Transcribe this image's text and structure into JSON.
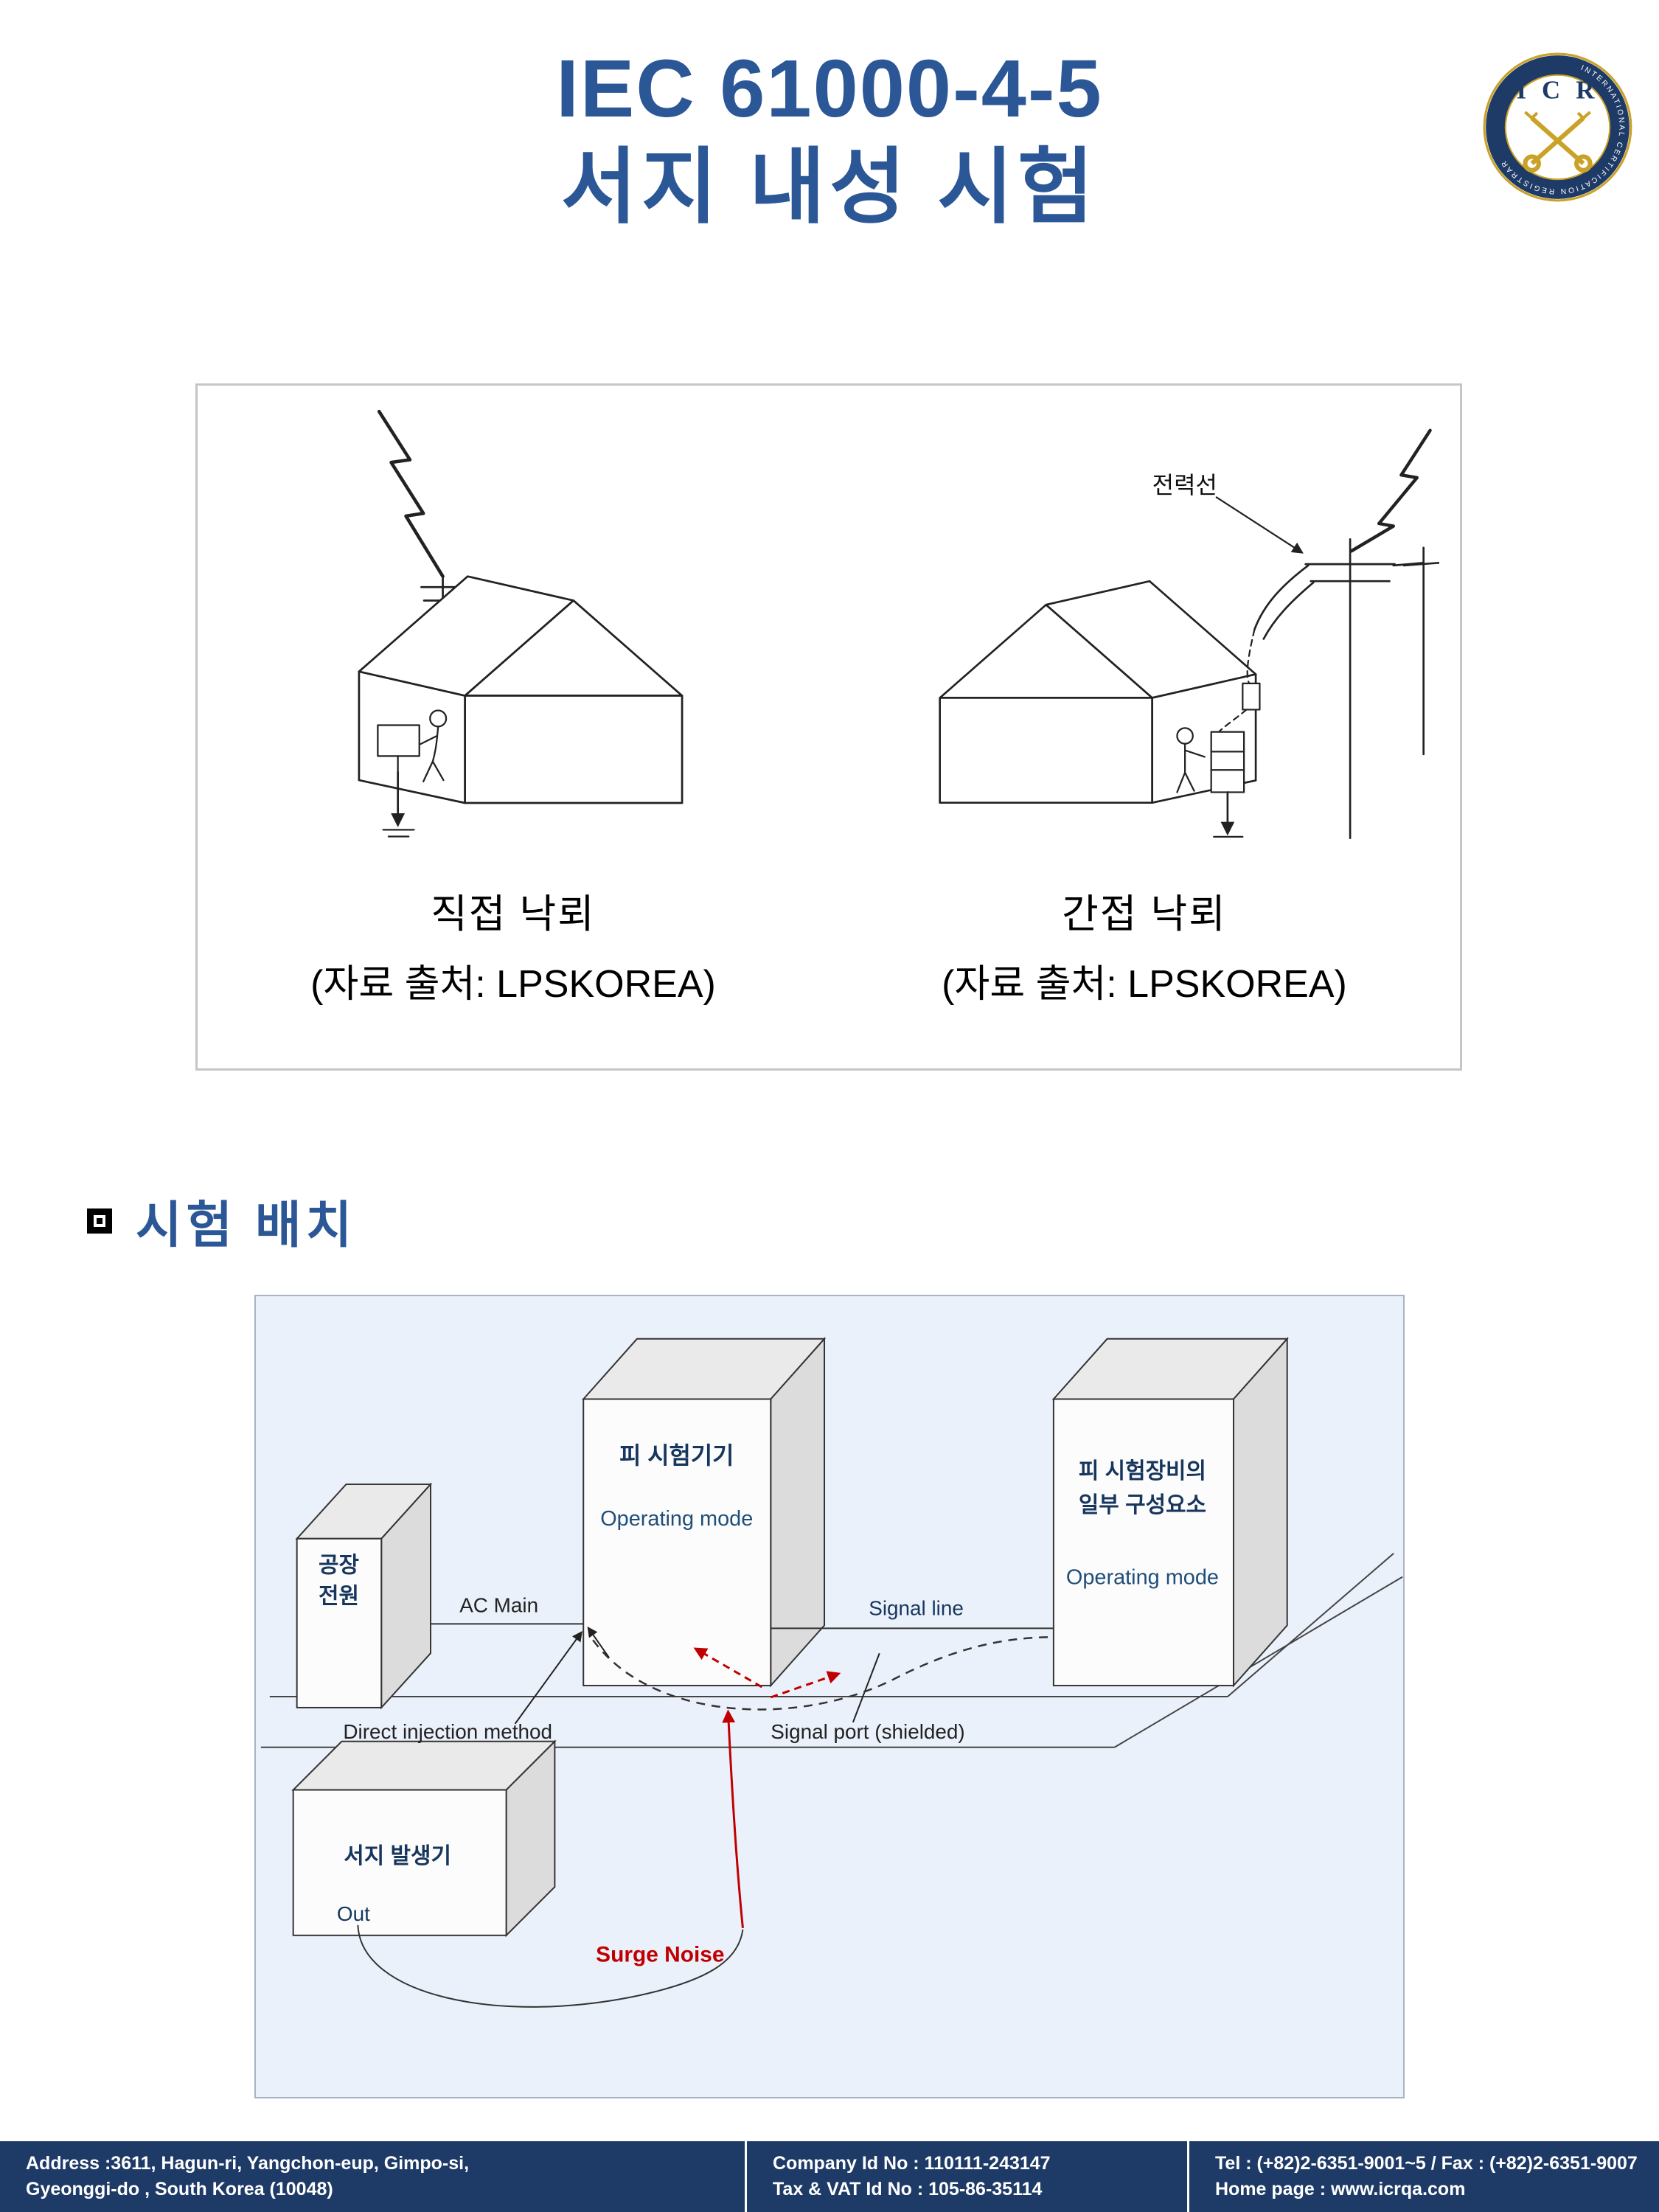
{
  "colors": {
    "title_blue": "#2B5797",
    "footer_navy": "#1E3A66",
    "diagram_bg": "#EBF1FA",
    "surge_red": "#C00000",
    "logo_gold": "#C9A227"
  },
  "header": {
    "title_line1": "IEC 61000-4-5",
    "title_line2": "서지 내성 시험"
  },
  "logo": {
    "letters": "I C R",
    "ring_text": "INTERNATIONAL CERTIFICATION REGISTRAR"
  },
  "figure": {
    "power_line_label": "전력선",
    "left_caption": "직접 낙뢰",
    "left_source": "(자료 출처: LPSKOREA)",
    "right_caption": "간접 낙뢰",
    "right_source": "(자료 출처: LPSKOREA)"
  },
  "section": {
    "heading": "시험 배치"
  },
  "diagram": {
    "factory_line1": "공장",
    "factory_line2": "전원",
    "eut_title": "피 시험기기",
    "eut_mode": "Operating mode",
    "aux_line1": "피 시험장비의",
    "aux_line2": "일부 구성요소",
    "aux_mode": "Operating mode",
    "ac_main": "AC Main",
    "signal_line": "Signal line",
    "direct_injection": "Direct injection method",
    "signal_port": "Signal port (shielded)",
    "surge_generator": "서지 발생기",
    "out": "Out",
    "surge_noise": "Surge Noise"
  },
  "footer": {
    "address_line1": "Address :3611, Hagun-ri, Yangchon-eup, Gimpo-si,",
    "address_line2": "Gyeonggi-do , South Korea (10048)",
    "company_id": "Company Id No : 110111-243147",
    "tax_vat": "Tax & VAT Id No : 105-86-35114",
    "tel_fax": "Tel : (+82)2-6351-9001~5 / Fax : (+82)2-6351-9007",
    "homepage": "Home page : www.icrqa.com"
  }
}
